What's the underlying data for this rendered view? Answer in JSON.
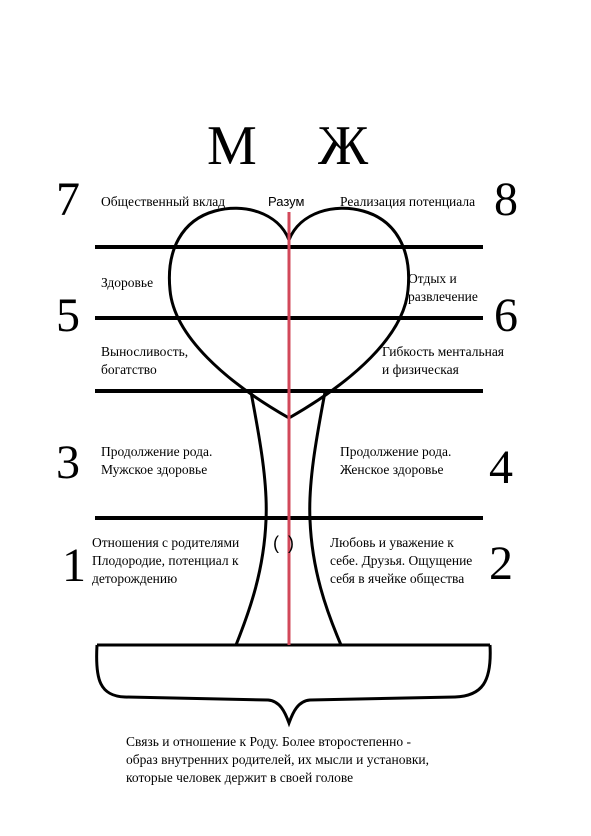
{
  "header": {
    "male": "М",
    "female": "Ж"
  },
  "mind_label": "Разум",
  "levels": {
    "num_7": "7",
    "num_8": "8",
    "num_5": "5",
    "num_6": "6",
    "num_3": "3",
    "num_4": "4",
    "num_1": "1",
    "num_2": "2"
  },
  "labels": {
    "l7": "Общественный вклад",
    "l8": "Реализация потенциала",
    "health": "Здоровье",
    "rest": "Отдых и\nразвлечение",
    "endurance": "Выносливость,\nбогатство",
    "flex": "Гибкость ментальная\nи физическая",
    "l3": "Продолжение рода.\nМужское здоровье",
    "l4": "Продолжение рода.\nЖенское здоровье",
    "l1": "Отношения с родителями\nПлодородие, потенциал к\nдеторождению",
    "l2": "Любовь и уважение к\nсебе. Друзья. Ощущение\nсебя в ячейке общества",
    "center_mark": "( )"
  },
  "footer": "Связь и отношение к Роду. Более второстепенно -\nобраз внутренних родителей, их мысли и установки,\nкоторые человек держит в своей голове",
  "colors": {
    "axis": "#d2485a",
    "ink": "#000000"
  }
}
